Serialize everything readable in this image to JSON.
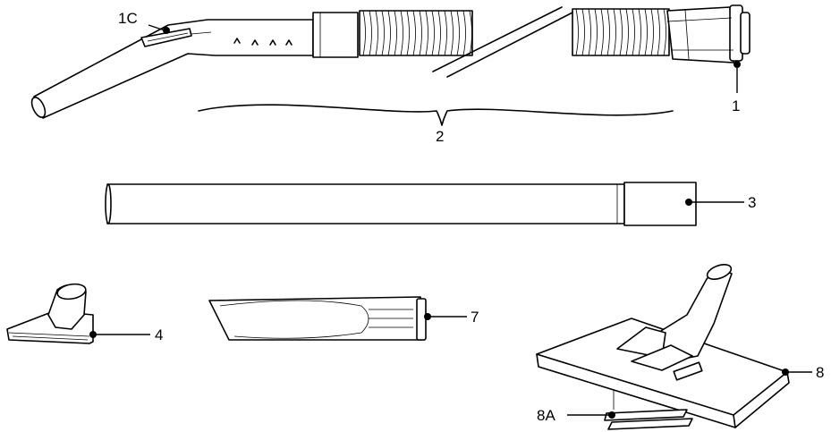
{
  "labels": {
    "hose_handle_latch": "1C",
    "hose_coupling": "1",
    "hose_assembly": "2",
    "extension_wand": "3",
    "upholstery_tool": "4",
    "crevice_tool": "7",
    "floor_nozzle": "8",
    "nozzle_strip": "8A"
  }
}
